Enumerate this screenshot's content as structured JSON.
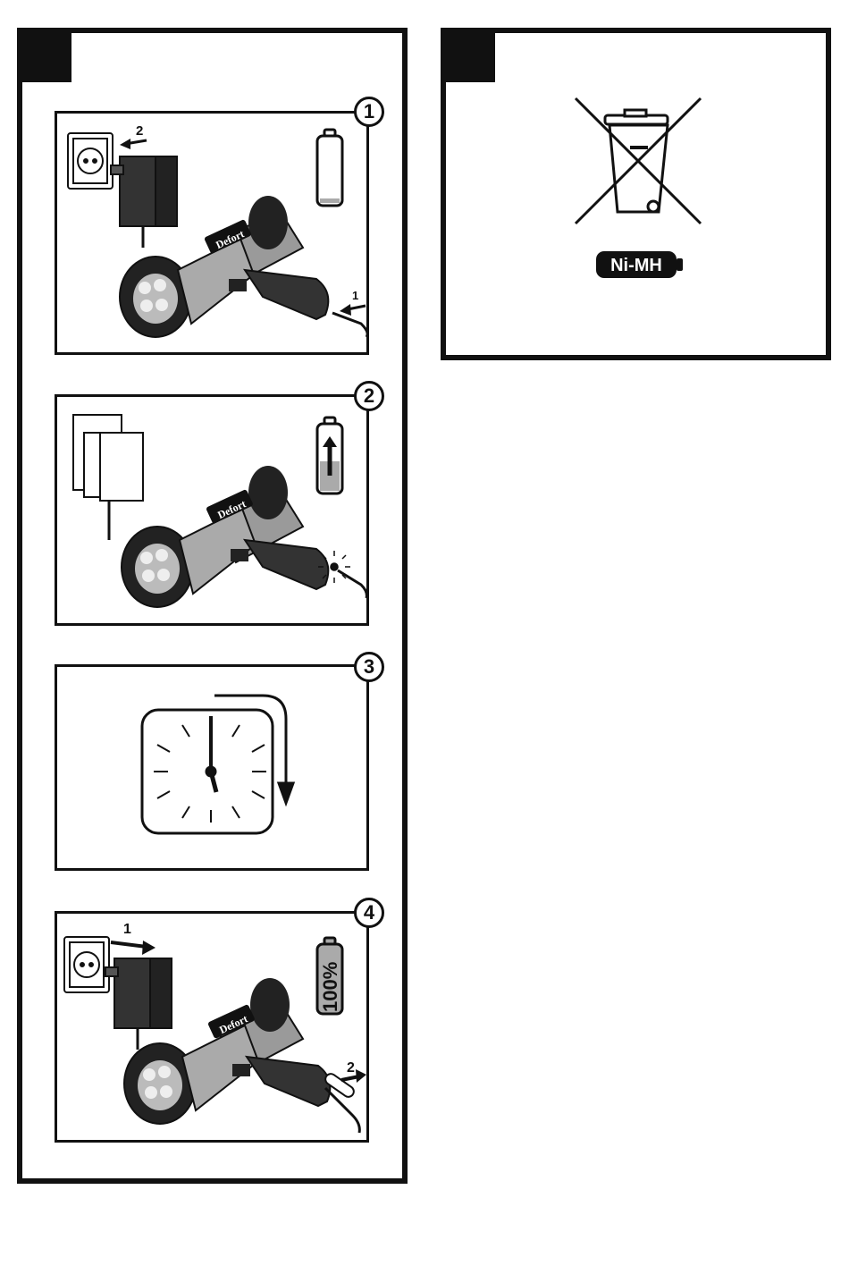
{
  "steps": [
    {
      "number": "1",
      "arrow_unplug": "2",
      "arrow_plug": "1",
      "brand": "Defort"
    },
    {
      "number": "2",
      "brand": "Defort"
    },
    {
      "number": "3"
    },
    {
      "number": "4",
      "arrow_plug": "1",
      "arrow_unplug": "2",
      "brand": "Defort",
      "battery_label": "100%"
    }
  ],
  "battery_states": {
    "step1": 0.05,
    "step2": 0.45,
    "step4": 1.0
  },
  "recycling": {
    "battery_type": "Ni-MH"
  },
  "colors": {
    "ink": "#111111",
    "battery_fill": "#aaaaaa",
    "torch_grey": "#9a9a9a"
  }
}
